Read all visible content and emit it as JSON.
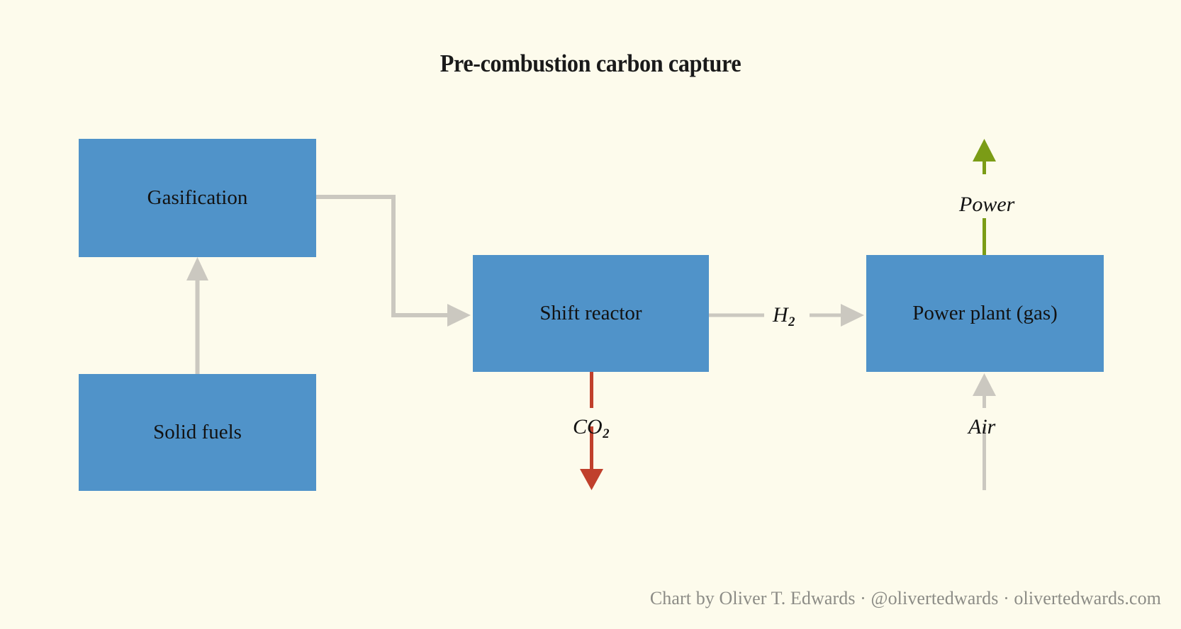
{
  "page": {
    "background_color": "#fdfbec",
    "title": "Pre-combustion carbon capture"
  },
  "palette": {
    "node_fill": "#5093c9",
    "node_text": "#121212",
    "flow_gray": "#cbc8c0",
    "flow_red": "#c0402c",
    "flow_green": "#7b9c16",
    "footer_text": "#8c8c86"
  },
  "nodes": [
    {
      "id": "gasification",
      "label": "Gasification"
    },
    {
      "id": "solid_fuels",
      "label": "Solid fuels"
    },
    {
      "id": "shift_reactor",
      "label": "Shift reactor"
    },
    {
      "id": "power_plant",
      "label": "Power plant (gas)"
    }
  ],
  "streams": [
    {
      "id": "solid_fuels_to_gasification",
      "label": "",
      "color": "#cbc8c0",
      "from": "solid_fuels",
      "to": "gasification"
    },
    {
      "id": "syngas_to_shift",
      "label": "",
      "color": "#cbc8c0",
      "from": "gasification",
      "to": "shift_reactor"
    },
    {
      "id": "hydrogen",
      "label_main": "H",
      "label_sub": "2",
      "color": "#cbc8c0",
      "from": "shift_reactor",
      "to": "power_plant"
    },
    {
      "id": "carbon_dioxide",
      "label_main": "CO",
      "label_sub": "2",
      "color": "#c0402c",
      "from": "shift_reactor",
      "to": ""
    },
    {
      "id": "power",
      "label_main": "Power",
      "label_sub": "",
      "color": "#7b9c16",
      "from": "power_plant",
      "to": ""
    },
    {
      "id": "air",
      "label_main": "Air",
      "label_sub": "",
      "color": "#cbc8c0",
      "from": "",
      "to": "power_plant"
    }
  ],
  "footer": {
    "credit": "Chart by Oliver T. Edwards · @olivertedwards · olivertedwards.com"
  }
}
